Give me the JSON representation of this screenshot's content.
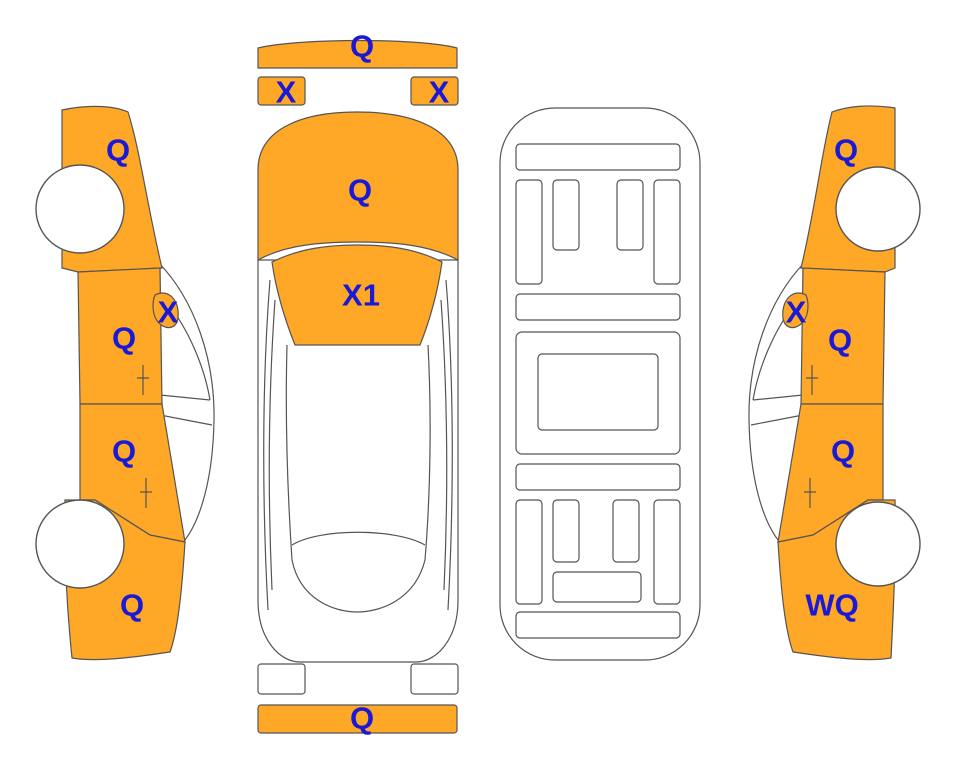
{
  "colors": {
    "damaged_panel": "#ffa726",
    "mark_text": "#1a1ad6",
    "outline": "#555555",
    "background": "#ffffff"
  },
  "marks": {
    "front_bumper": "Q",
    "front_left_light": "X",
    "front_right_light": "X",
    "hood": "Q",
    "windshield": "X1",
    "rear_bumper": "Q",
    "left_front_fender": "Q",
    "left_mirror": "X",
    "left_front_door": "Q",
    "left_rear_door": "Q",
    "left_rear_quarter": "Q",
    "right_front_fender": "Q",
    "right_mirror": "X",
    "right_front_door": "Q",
    "right_rear_door": "Q",
    "right_rear_quarter": "WQ"
  }
}
